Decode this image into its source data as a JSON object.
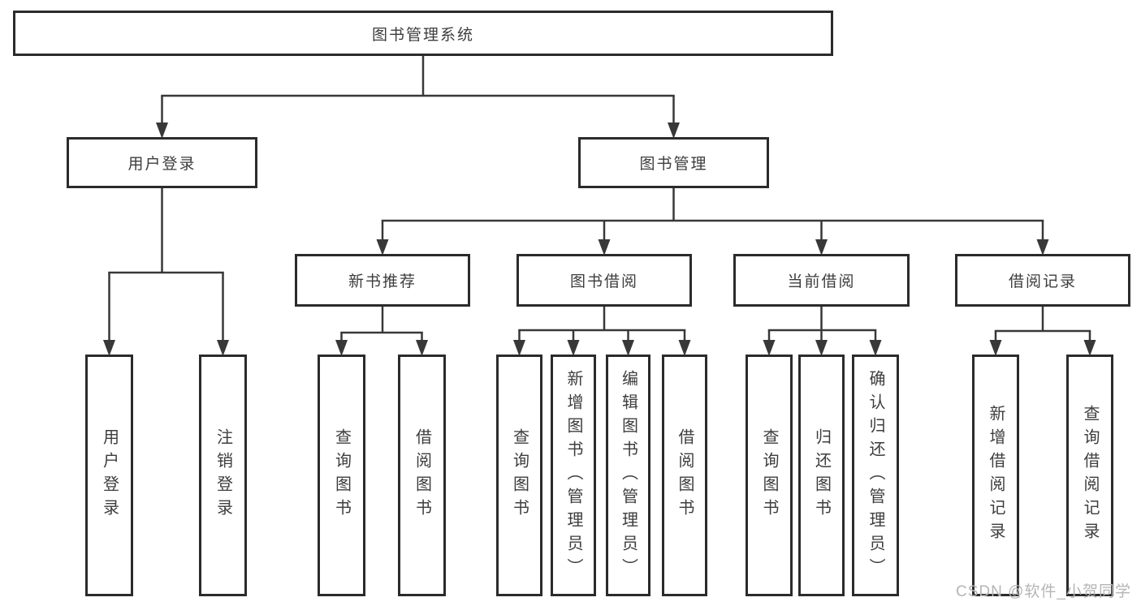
{
  "diagram": {
    "title": "图书管理系统",
    "watermark": "CSDN @软件_小贺同学",
    "colors": {
      "background": "#ffffff",
      "box_border": "#2b2b2b",
      "line": "#383838",
      "text": "#3d3d3d",
      "watermark": "#b5b5b5"
    },
    "nodes": [
      {
        "id": "root",
        "label": "图书管理系统",
        "parent": null
      },
      {
        "id": "user-login",
        "label": "用户登录",
        "parent": "root"
      },
      {
        "id": "book-mgmt",
        "label": "图书管理",
        "parent": "root"
      },
      {
        "id": "login",
        "label": "用户登录",
        "parent": "user-login"
      },
      {
        "id": "logout",
        "label": "注销登录",
        "parent": "user-login"
      },
      {
        "id": "new-books",
        "label": "新书推荐",
        "parent": "book-mgmt"
      },
      {
        "id": "book-borrow",
        "label": "图书借阅",
        "parent": "book-mgmt"
      },
      {
        "id": "current-borrow",
        "label": "当前借阅",
        "parent": "book-mgmt"
      },
      {
        "id": "borrow-records",
        "label": "借阅记录",
        "parent": "book-mgmt"
      },
      {
        "id": "nb-query",
        "label": "查询图书",
        "parent": "new-books"
      },
      {
        "id": "nb-borrow",
        "label": "借阅图书",
        "parent": "new-books"
      },
      {
        "id": "bb-query",
        "label": "查询图书",
        "parent": "book-borrow"
      },
      {
        "id": "bb-add",
        "label": "新增图书（管理员）",
        "parent": "book-borrow"
      },
      {
        "id": "bb-edit",
        "label": "编辑图书（管理员）",
        "parent": "book-borrow"
      },
      {
        "id": "bb-borrow",
        "label": "借阅图书",
        "parent": "book-borrow"
      },
      {
        "id": "cb-query",
        "label": "查询图书",
        "parent": "current-borrow"
      },
      {
        "id": "cb-return",
        "label": "归还图书",
        "parent": "current-borrow"
      },
      {
        "id": "cb-confirm",
        "label": "确认归还（管理员）",
        "parent": "current-borrow"
      },
      {
        "id": "br-add",
        "label": "新增借阅记录",
        "parent": "borrow-records"
      },
      {
        "id": "br-query",
        "label": "查询借阅记录",
        "parent": "borrow-records"
      }
    ]
  }
}
